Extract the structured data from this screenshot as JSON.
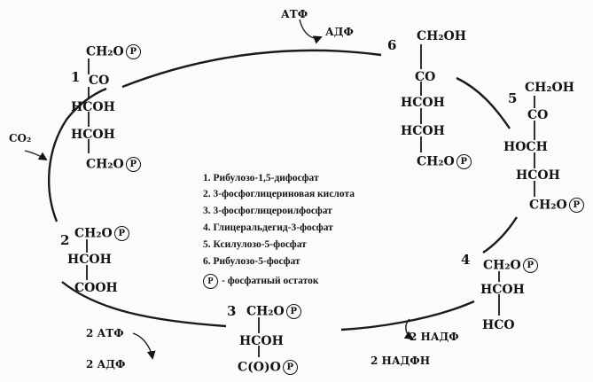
{
  "molecules": {
    "m1": {
      "number": "1",
      "lines": [
        "CH₂O",
        "CO",
        "HCOH",
        "HCOH",
        "CH₂O"
      ]
    },
    "m2": {
      "number": "2",
      "lines": [
        "CH₂O",
        "HCOH",
        "COOH"
      ]
    },
    "m3": {
      "number": "3",
      "lines": [
        "CH₂O",
        "HCOH",
        "C(O)O"
      ]
    },
    "m4": {
      "number": "4",
      "lines": [
        "CH₂O",
        "HCOH",
        "HCO"
      ]
    },
    "m5": {
      "number": "5",
      "lines": [
        "CH₂OH",
        "CO",
        "HOCH",
        "HCOH",
        "CH₂O"
      ]
    },
    "m6": {
      "number": "6",
      "lines": [
        "CH₂OH",
        "CO",
        "HCOH",
        "HCOH",
        "CH₂O"
      ]
    }
  },
  "phosphate_symbol": "P",
  "cofactors": {
    "atp_top": "АТФ",
    "adp_top": "АДФ",
    "co2": "CO₂",
    "atp_bottom": "2 АТФ",
    "adp_bottom": "2 АДФ",
    "nadp": "2 НАДФ",
    "nadph": "2 НАДФН"
  },
  "legend": [
    "1. Рибулозо-1,5-дифосфат",
    "2. 3-фосфоглицериновая кислота",
    "3. 3-фосфоглицероилфосфат",
    "4. Глицеральдегид-3-фосфат",
    "5. Ксилулозо-5-фосфат",
    "6. Рибулозо-5-фосфат"
  ],
  "legend_phosphate_text": "- фосфатный остаток"
}
